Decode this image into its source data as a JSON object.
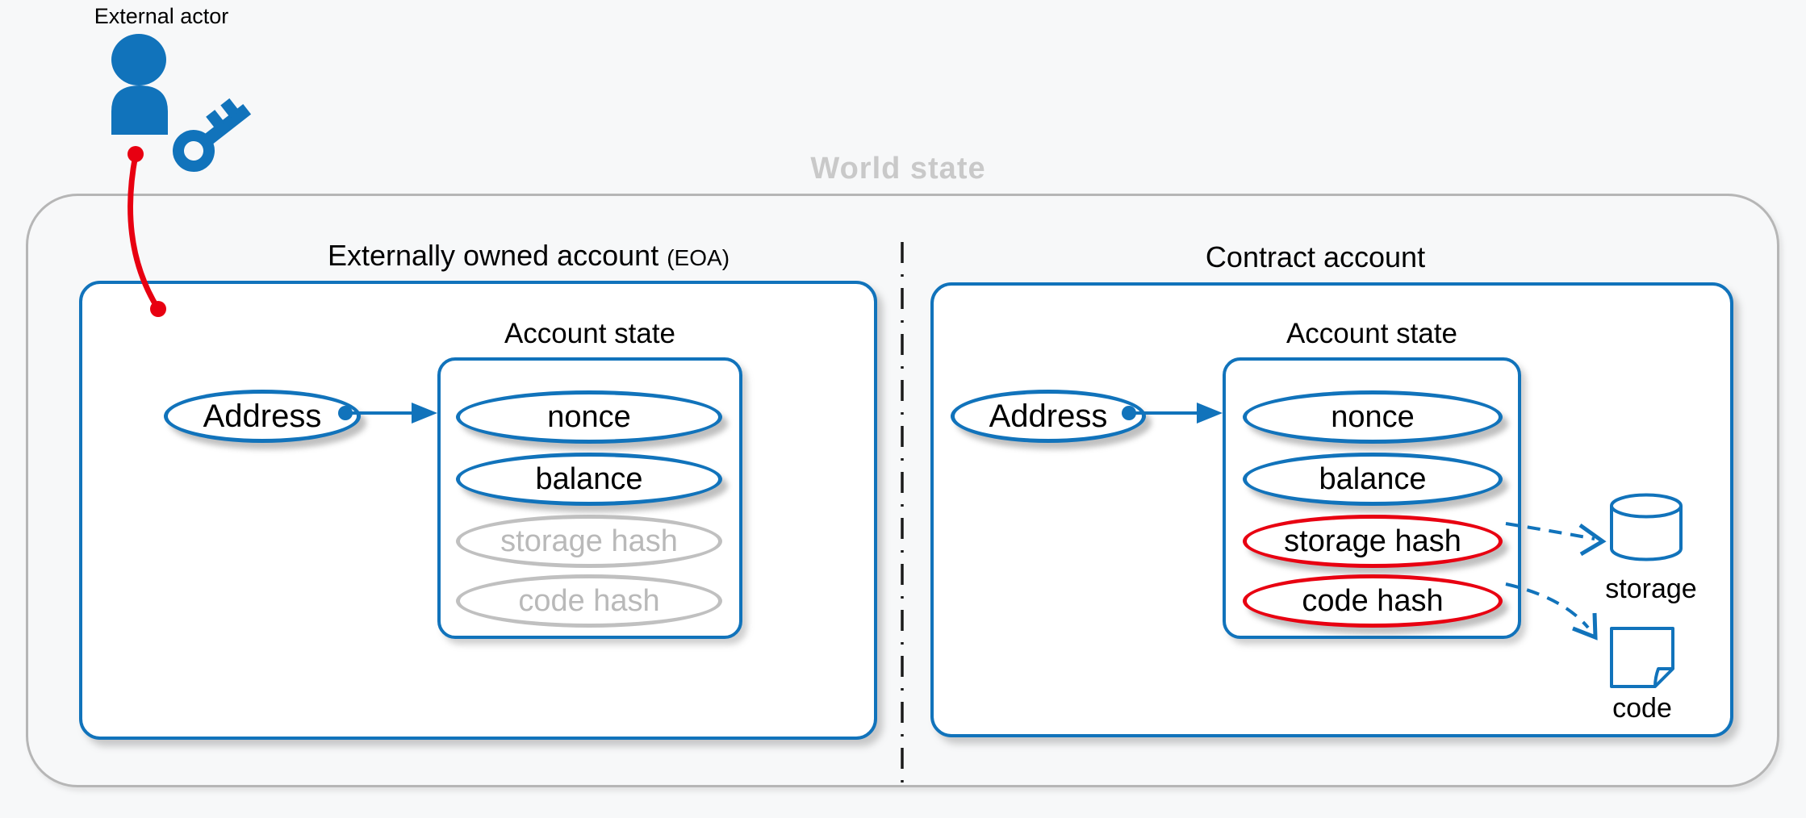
{
  "colors": {
    "blue": "#1173bb",
    "red": "#e80011",
    "gray_box_border": "#b6b6b6",
    "gray_muted": "#c0c0c0",
    "world_state_text": "#c9c9c9",
    "background": "#f7f8f9",
    "text": "#000000"
  },
  "external_actor": {
    "label": "External actor"
  },
  "world_state": {
    "label": "World state"
  },
  "eoa": {
    "title": "Externally owned account",
    "title_suffix": "(EOA)",
    "account_state_title": "Account state",
    "address_label": "Address",
    "fields": [
      {
        "label": "nonce",
        "state": "active"
      },
      {
        "label": "balance",
        "state": "active"
      },
      {
        "label": "storage hash",
        "state": "unused"
      },
      {
        "label": "code hash",
        "state": "unused"
      }
    ]
  },
  "contract": {
    "title": "Contract account",
    "account_state_title": "Account state",
    "address_label": "Address",
    "fields": [
      {
        "label": "nonce",
        "state": "active"
      },
      {
        "label": "balance",
        "state": "active"
      },
      {
        "label": "storage hash",
        "state": "highlighted"
      },
      {
        "label": "code hash",
        "state": "highlighted"
      }
    ],
    "storage_label": "storage",
    "code_label": "code"
  },
  "icons": {
    "person": "external-actor-person",
    "key": "private-key",
    "database": "storage-database",
    "document": "code-document"
  }
}
